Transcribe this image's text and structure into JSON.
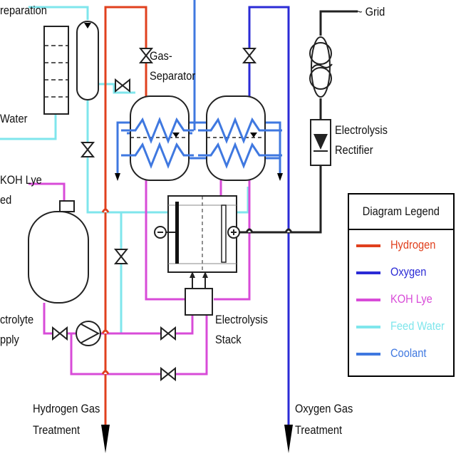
{
  "labels": {
    "preparation": "reparation",
    "water": "Water",
    "koh_lye_line1": "KOH Lye",
    "koh_lye_line2": "ed",
    "electrolyte_line1": "ctrolyte",
    "electrolyte_line2": "pply",
    "gas_separator_line1": "Gas-",
    "gas_separator_line2": "Separator",
    "grid": "~ Grid",
    "rectifier_line1": "Electrolysis",
    "rectifier_line2": "Rectifier",
    "stack_line1": "Electrolysis",
    "stack_line2": "Stack",
    "hydrogen_treatment_line1": "Hydrogen Gas",
    "hydrogen_treatment_line2": "Treatment",
    "oxygen_treatment_line1": "Oxygen Gas",
    "oxygen_treatment_line2": "Treatment"
  },
  "legend": {
    "title": "Diagram Legend",
    "items": [
      {
        "label": "Hydrogen",
        "color": "#e0401e"
      },
      {
        "label": "Oxygen",
        "color": "#2b2bd6"
      },
      {
        "label": "KOH Lye",
        "color": "#d84bd8"
      },
      {
        "label": "Feed Water",
        "color": "#7fe6ec"
      },
      {
        "label": "Coolant",
        "color": "#3f78e0"
      }
    ]
  },
  "colors": {
    "hydrogen": "#e0401e",
    "oxygen": "#2b2bd6",
    "koh_lye": "#d84bd8",
    "feed_water": "#7fe6ec",
    "coolant": "#3f78e0",
    "electrical": "#222222"
  }
}
